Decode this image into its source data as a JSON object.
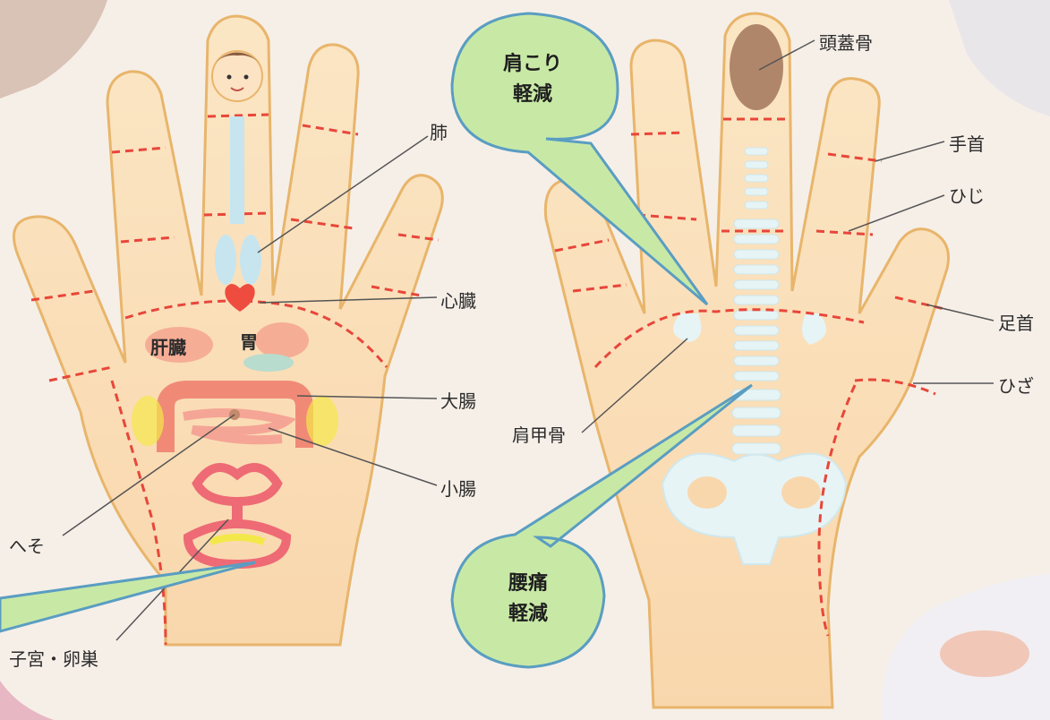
{
  "palm": {
    "labels": {
      "lung": "肺",
      "heart": "心臓",
      "liver": "肝臓",
      "stomach": "胃",
      "large_intestine": "大腸",
      "small_intestine": "小腸",
      "navel": "へそ",
      "uterus_ovary": "子宮・卵巣"
    }
  },
  "back": {
    "labels": {
      "skull": "頭蓋骨",
      "wrist": "手首",
      "elbow": "ひじ",
      "ankle": "足首",
      "knee": "ひざ",
      "scapula": "肩甲骨"
    }
  },
  "bubbles": {
    "shoulder": [
      "肩こり",
      "軽減"
    ],
    "lower_back": [
      "腰痛",
      "軽減"
    ]
  },
  "colors": {
    "skin": "#fbe0b8",
    "outline": "#e8b56b",
    "dash": "#e8463a",
    "bubble_fill": "#c8e9a6",
    "bubble_stroke": "#5a9dc2",
    "organ_red": "#ee5a4d",
    "organ_pink": "#f59a8a",
    "bone": "#e6f4f6"
  }
}
